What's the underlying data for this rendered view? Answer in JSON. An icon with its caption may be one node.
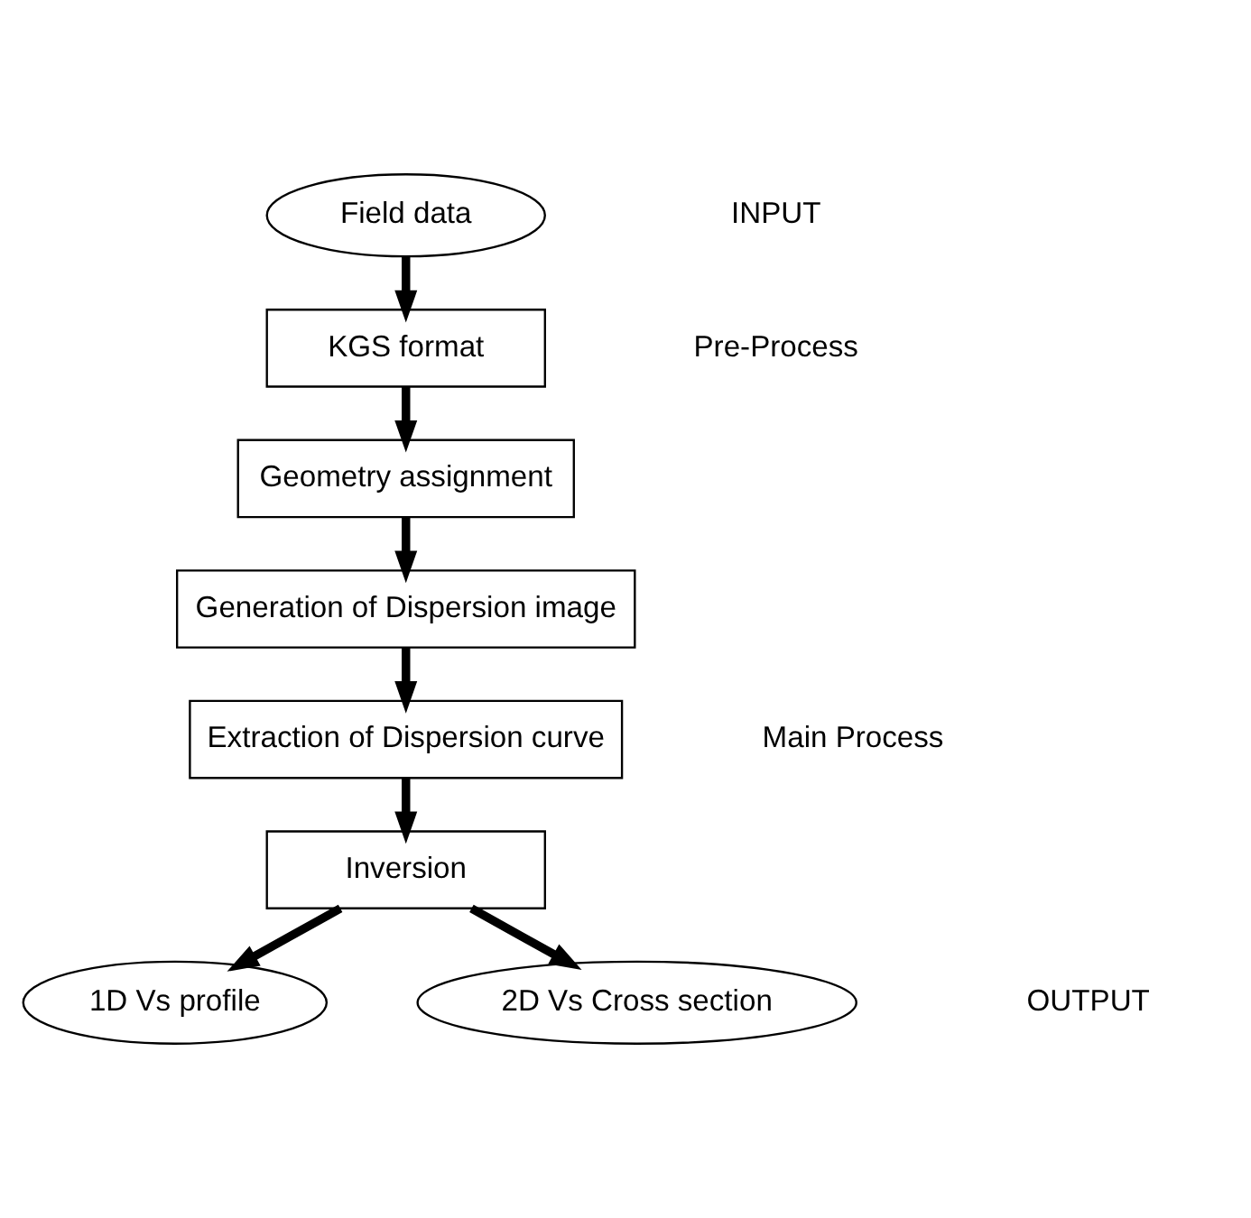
{
  "diagram": {
    "nodes": [
      {
        "text": [
          "Field data"
        ]
      },
      {
        "text": [
          "KGS format"
        ]
      },
      {
        "text": [
          "Geometry assignment"
        ]
      },
      {
        "text": [
          "Generation of Dispersion image"
        ]
      },
      {
        "text": [
          "Extraction of Dispersion curve"
        ]
      },
      {
        "text": [
          "Inversion"
        ]
      },
      {
        "text": [
          "1D Vs profile"
        ]
      },
      {
        "text": [
          "2D Vs Cross section"
        ]
      }
    ],
    "edges": [
      {
        "from": 0,
        "to": 1,
        "arrow": "to"
      },
      {
        "from": 1,
        "to": 2,
        "arrow": "to"
      },
      {
        "from": 2,
        "to": 3,
        "arrow": "to"
      },
      {
        "from": 3,
        "to": 4,
        "arrow": "to"
      },
      {
        "from": 4,
        "to": 5,
        "arrow": "to"
      },
      {
        "from": 5,
        "to": 6,
        "arrow": "to"
      },
      {
        "from": 5,
        "to": 7,
        "arrow": "to"
      }
    ],
    "labels": [
      "INPUT",
      "Pre-Process",
      "Main Process",
      "OUTPUT"
    ]
  }
}
